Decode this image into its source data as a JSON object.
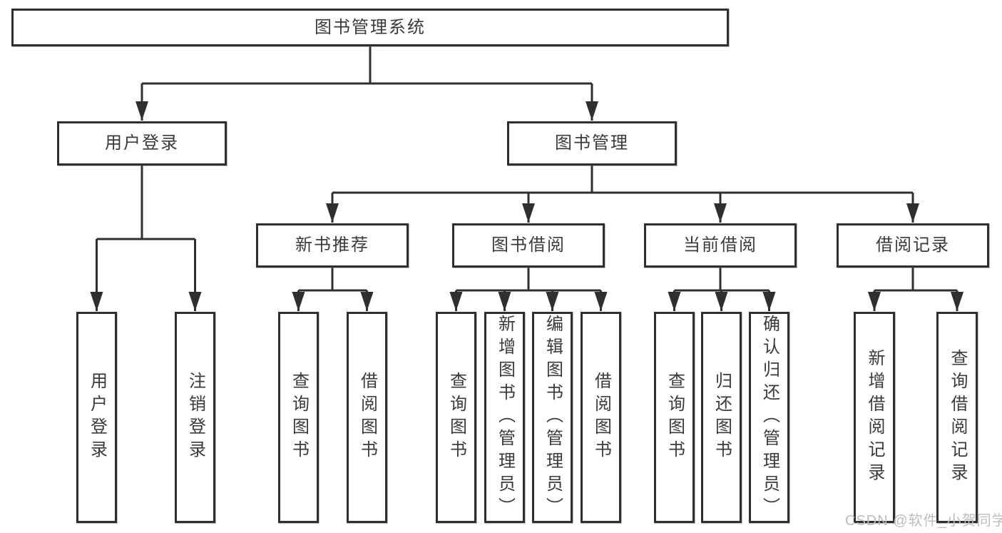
{
  "diagram": {
    "title": "图书管理系统",
    "root": {
      "label": "图书管理系统"
    },
    "branches": [
      {
        "label": "用户登录",
        "children": [
          {
            "label": "用户登录"
          },
          {
            "label": "注销登录"
          }
        ]
      },
      {
        "label": "图书管理",
        "children": [
          {
            "label": "新书推荐",
            "children": [
              {
                "label": "查询图书"
              },
              {
                "label": "借阅图书"
              }
            ]
          },
          {
            "label": "图书借阅",
            "children": [
              {
                "label": "查询图书"
              },
              {
                "label": "新增图书（管理员）"
              },
              {
                "label": "编辑图书（管理员）"
              },
              {
                "label": "借阅图书"
              }
            ]
          },
          {
            "label": "当前借阅",
            "children": [
              {
                "label": "查询图书"
              },
              {
                "label": "归还图书"
              },
              {
                "label": "确认归还（管理员）"
              }
            ]
          },
          {
            "label": "借阅记录",
            "children": [
              {
                "label": "新增借阅记录"
              },
              {
                "label": "查询借阅记录"
              }
            ]
          }
        ]
      }
    ]
  },
  "watermark": {
    "text": "CSDN @软件_小贺同学"
  },
  "colors": {
    "line": "#2f2f2f",
    "border": "#2f2f2f",
    "text": "#3a3a3a",
    "watermark": "#bdbdbd",
    "background": "#ffffff"
  }
}
